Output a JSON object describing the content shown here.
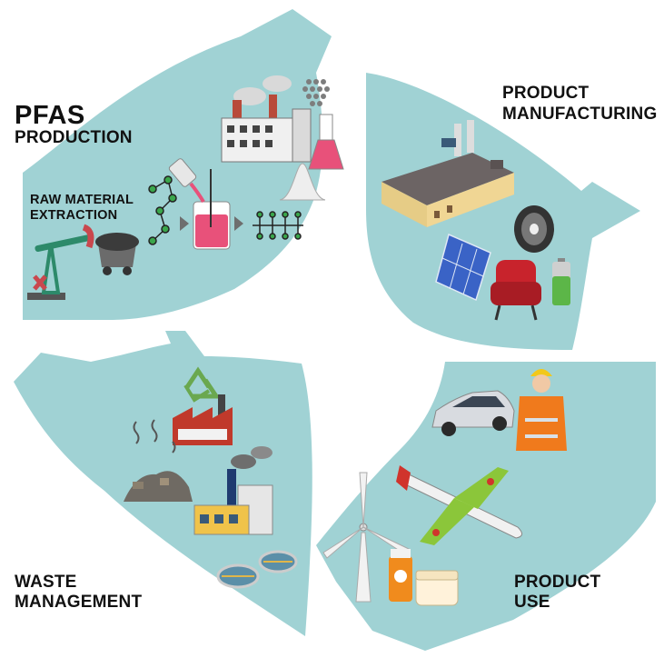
{
  "colors": {
    "arrow": "#a0d2d4",
    "text": "#111111",
    "factory_roof": "#7a6458",
    "flask_liquid": "#e8517a",
    "chair": "#c8232c",
    "battery": "#5cb648",
    "solar": "#3a63c6",
    "vest": "#f07a1c",
    "recycle": "#6aa84f"
  },
  "stages": {
    "production": {
      "title": "PFAS",
      "subtitle": "PRODUCTION",
      "sub_label_line1": "RAW MATERIAL",
      "sub_label_line2": "EXTRACTION"
    },
    "manufacturing": {
      "line1": "PRODUCT",
      "line2": "MANUFACTURING"
    },
    "use": {
      "line1": "PRODUCT",
      "line2": "USE"
    },
    "waste": {
      "line1": "WASTE",
      "line2": "MANAGEMENT"
    }
  },
  "icons": {
    "production": [
      "oil-pump-icon",
      "coal-cart-icon",
      "molecule-icon",
      "beaker-icon",
      "chain-molecule-icon",
      "factory-icon",
      "particles-icon",
      "flask-icon",
      "distribution-curve-icon"
    ],
    "manufacturing": [
      "industrial-plant-icon",
      "wire-spool-icon",
      "solar-panel-icon",
      "armchair-icon",
      "battery-icon"
    ],
    "use": [
      "car-icon",
      "worker-icon",
      "airplane-icon",
      "wind-turbine-icon",
      "sunscreen-icon",
      "cream-jar-icon"
    ],
    "waste": [
      "recycle-icon",
      "recycling-factory-icon",
      "landfill-icon",
      "incinerator-icon",
      "water-treatment-icon"
    ]
  }
}
